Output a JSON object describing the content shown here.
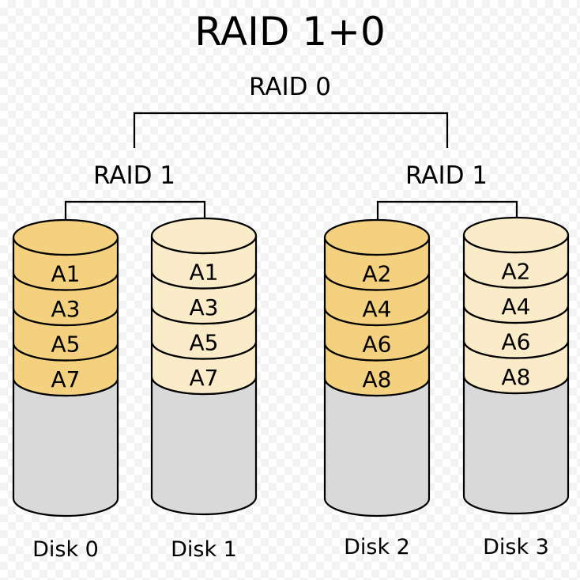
{
  "title": "RAID 1+0",
  "top_level": {
    "label": "RAID 0"
  },
  "groups": [
    {
      "label": "RAID 1",
      "disks": [
        {
          "name": "Disk 0",
          "blocks": [
            "A1",
            "A3",
            "A5",
            "A7"
          ],
          "role": "primary"
        },
        {
          "name": "Disk 1",
          "blocks": [
            "A1",
            "A3",
            "A5",
            "A7"
          ],
          "role": "mirror"
        }
      ]
    },
    {
      "label": "RAID 1",
      "disks": [
        {
          "name": "Disk 2",
          "blocks": [
            "A2",
            "A4",
            "A6",
            "A8"
          ],
          "role": "primary"
        },
        {
          "name": "Disk 3",
          "blocks": [
            "A2",
            "A4",
            "A6",
            "A8"
          ],
          "role": "mirror"
        }
      ]
    }
  ],
  "colors": {
    "primary": "#f3d17f",
    "mirror": "#fbecc9",
    "empty": "#d9d9d9",
    "stroke": "#000000"
  }
}
